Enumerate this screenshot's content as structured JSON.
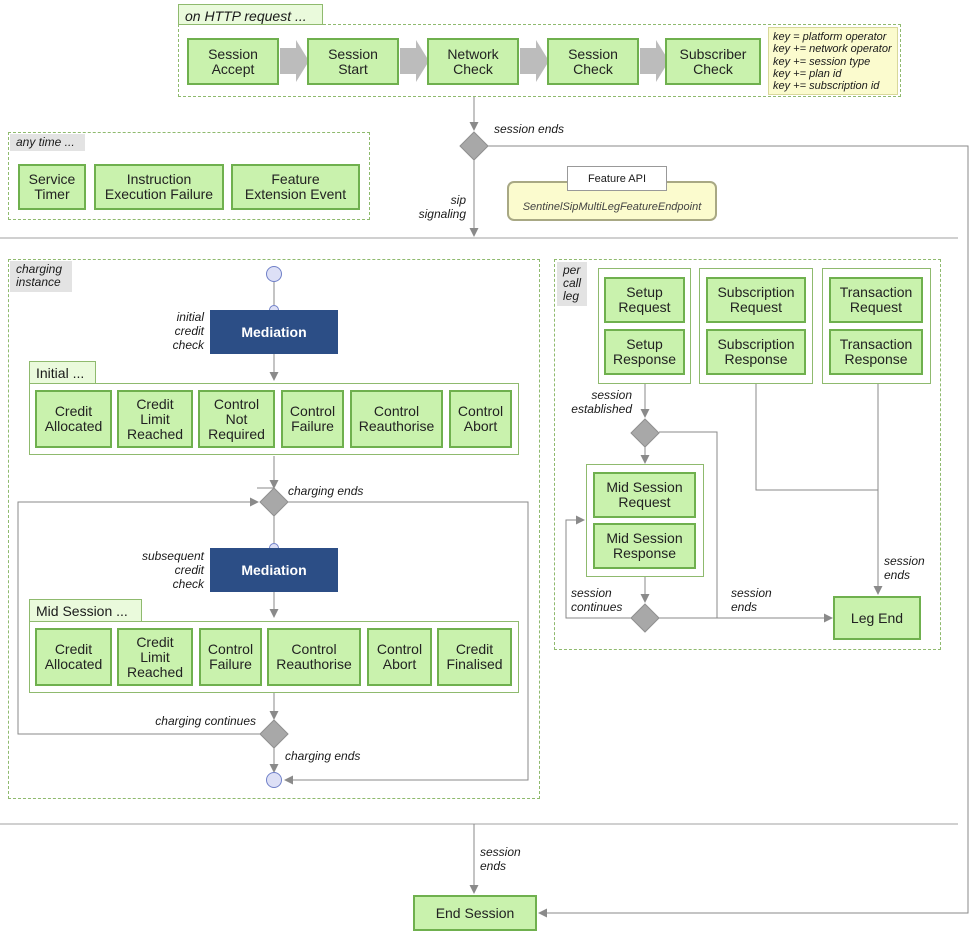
{
  "http": {
    "tab": "on HTTP request ...",
    "steps": [
      "Session\nAccept",
      "Session\nStart",
      "Network\nCheck",
      "Session\nCheck",
      "Subscriber\nCheck"
    ],
    "keys": [
      "key = platform operator",
      "key += network operator",
      "key += session type",
      "key += plan id",
      "key += subscription id"
    ]
  },
  "anytime": {
    "tab": "any time ...",
    "items": [
      "Service\nTimer",
      "Instruction\nExecution Failure",
      "Feature\nExtension Event"
    ]
  },
  "feature_api": {
    "title": "Feature API",
    "endpoint": "SentinelSipMultiLegFeatureEndpoint"
  },
  "labels": {
    "session_ends_top": "session ends",
    "sip_signaling": "sip\nsignaling",
    "initial_credit_check": "initial\ncredit\ncheck",
    "charging_ends_1": "charging ends",
    "subsequent_credit_check": "subsequent\ncredit\ncheck",
    "charging_continues": "charging continues",
    "charging_ends_2": "charging ends",
    "session_established": "session\nestablished",
    "session_continues": "session\ncontinues",
    "session_ends_mid": "session\nends",
    "session_ends_right": "session\nends",
    "session_ends_bottom": "session\nends"
  },
  "charging": {
    "tab": "charging\ninstance",
    "mediation1": "Mediation",
    "initial_tab": "Initial ...",
    "initial_items": [
      "Credit\nAllocated",
      "Credit\nLimit\nReached",
      "Control\nNot\nRequired",
      "Control\nFailure",
      "Control\nReauthorise",
      "Control\nAbort"
    ],
    "mediation2": "Mediation",
    "mid_tab": "Mid Session ...",
    "mid_items": [
      "Credit\nAllocated",
      "Credit\nLimit\nReached",
      "Control\nFailure",
      "Control\nReauthorise",
      "Control\nAbort",
      "Credit\nFinalised"
    ]
  },
  "leg": {
    "tab": "per\ncall\nleg",
    "setup_request": "Setup\nRequest",
    "setup_response": "Setup\nResponse",
    "subscription_request": "Subscription\nRequest",
    "subscription_response": "Subscription\nResponse",
    "transaction_request": "Transaction\nRequest",
    "transaction_response": "Transaction\nResponse",
    "mid_request": "Mid Session\nRequest",
    "mid_response": "Mid Session\nResponse",
    "leg_end": "Leg End"
  },
  "end_session": "End Session",
  "colors": {
    "node_fill": "#c9f2ad",
    "node_border": "#6fb04e",
    "mediation": "#2c4e86",
    "key_fill": "#fbfbce",
    "line": "#8a8a8a",
    "state_fill": "#dde0f6",
    "state_border": "#7080c8"
  }
}
